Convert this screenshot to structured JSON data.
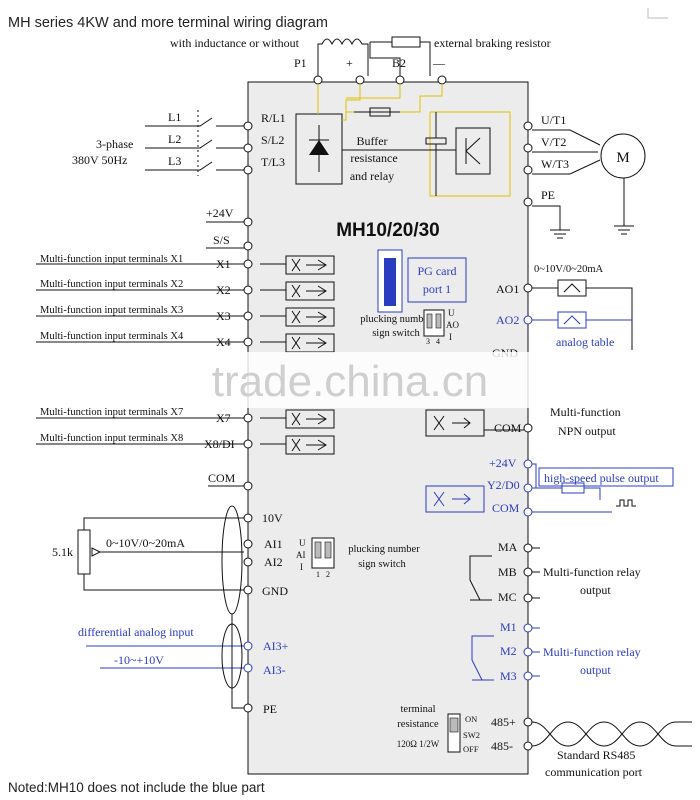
{
  "title": "MH series 4KW and more terminal wiring diagram",
  "model": "MH10/20/30",
  "note": "Noted:MH10 does not include the blue part",
  "watermark": "trade.china.cn",
  "top": {
    "inductance_label": "with inductance or without",
    "braking_label": "external braking resistor",
    "terminals": [
      "P1",
      "+",
      "B2",
      "—"
    ]
  },
  "inputs": {
    "supply_label_1": "3-phase",
    "supply_label_2": "380V 50Hz",
    "lines": [
      "L1",
      "L2",
      "L3"
    ],
    "terminals": [
      "R/L1",
      "S/L2",
      "T/L3"
    ]
  },
  "buffer": [
    "Buffer",
    "resistance",
    "and relay"
  ],
  "outputs": {
    "terminals": [
      "U/T1",
      "V/T2",
      "W/T3",
      "PE"
    ],
    "motor": "M"
  },
  "digital_inputs": {
    "v24": "+24V",
    "ss": "S/S",
    "terminals": [
      "X1",
      "X2",
      "X3",
      "X4",
      "X7",
      "X8/DI"
    ],
    "labels": [
      "Multi-function input terminals X1",
      "Multi-function input terminals X2",
      "Multi-function input terminals X3",
      "Multi-function input terminals X4",
      "Multi-function input terminals X7",
      "Multi-function input terminals X8"
    ],
    "com": "COM"
  },
  "pg_card": [
    "PG card",
    "port 1"
  ],
  "switch1": {
    "label_1": "plucking number",
    "label_2": "sign switch",
    "u": "U",
    "ao": "AO",
    "i": "I",
    "n3": "3",
    "n4": "4"
  },
  "analog_out": {
    "range": "0~10V/0~20mA",
    "ao1": "AO1",
    "ao2": "AO2",
    "gnd": "GND",
    "table": "analog table"
  },
  "npn": {
    "com": "COM",
    "label_1": "Multi-function",
    "label_2": "NPN output"
  },
  "pulse": {
    "v24": "+24V",
    "y2": "Y2/D0",
    "com": "COM",
    "label": "high-speed pulse output"
  },
  "analog_in": {
    "v10": "10V",
    "ai1": "AI1",
    "ai2": "AI2",
    "gnd": "GND",
    "pot": "5.1k",
    "range": "0~10V/0~20mA",
    "sw_label_1": "plucking number",
    "sw_label_2": "sign switch",
    "u": "U",
    "ai": "AI",
    "i": "I",
    "n1": "1",
    "n2": "2"
  },
  "diff_in": {
    "label": "differential analog input",
    "range": "-10~+10V",
    "p": "AI3+",
    "n": "AI3-"
  },
  "pe": "PE",
  "relay1": {
    "terminals": [
      "MA",
      "MB",
      "MC"
    ],
    "label_1": "Multi-function relay",
    "label_2": "output"
  },
  "relay2": {
    "terminals": [
      "M1",
      "M2",
      "M3"
    ],
    "label_1": "Multi-function relay",
    "label_2": "output"
  },
  "rs485": {
    "resistance_1": "terminal",
    "resistance_2": "resistance",
    "resistance_3": "120Ω  1/2W",
    "on": "ON",
    "sw2": "SW2",
    "off": "OFF",
    "plus": "485+",
    "minus": "485-",
    "label_1": "Standard RS485",
    "label_2": "communication port"
  }
}
